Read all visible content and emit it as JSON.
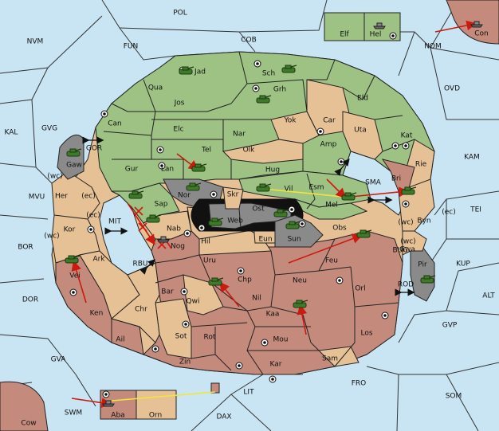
{
  "colors": {
    "sea": "#c9e5f3",
    "green": "#9dc283",
    "tan": "#e6c196",
    "rose": "#c48a7c",
    "grey": "#8a8a8a",
    "order_arrow": "#cc1a10",
    "support_line": "#f0e63a"
  },
  "seas": [
    {
      "id": "POL",
      "label": "POL"
    },
    {
      "id": "NVM",
      "label": "NVM"
    },
    {
      "id": "FUN",
      "label": "FUN"
    },
    {
      "id": "COB",
      "label": "COB"
    },
    {
      "id": "NOM",
      "label": "NOM"
    },
    {
      "id": "OVD",
      "label": "OVD"
    },
    {
      "id": "KAL",
      "label": "KAL"
    },
    {
      "id": "GVG",
      "label": "GVG"
    },
    {
      "id": "KAM",
      "label": "KAM"
    },
    {
      "id": "TEI",
      "label": "TEI"
    },
    {
      "id": "MVU",
      "label": "MVU"
    },
    {
      "id": "BOR",
      "label": "BOR"
    },
    {
      "id": "SMA",
      "label": "SMA"
    },
    {
      "id": "MIT",
      "label": "MIT"
    },
    {
      "id": "GOR",
      "label": "GOR"
    },
    {
      "id": "KUP",
      "label": "KUP"
    },
    {
      "id": "BUC",
      "label": "BUC"
    },
    {
      "id": "RBU",
      "label": "RBU"
    },
    {
      "id": "DOR",
      "label": "DOR"
    },
    {
      "id": "ROD",
      "label": "ROD"
    },
    {
      "id": "ALT",
      "label": "ALT"
    },
    {
      "id": "GVP",
      "label": "GVP"
    },
    {
      "id": "GVA",
      "label": "GVA"
    },
    {
      "id": "FRO",
      "label": "FRO"
    },
    {
      "id": "SOM",
      "label": "SOM"
    },
    {
      "id": "LIT",
      "label": "LIT"
    },
    {
      "id": "SWM",
      "label": "SWM"
    },
    {
      "id": "DAX",
      "label": "DAX"
    }
  ],
  "provinces": [
    {
      "id": "Jad",
      "label": "Jad",
      "owner": "green"
    },
    {
      "id": "Sch",
      "label": "Sch",
      "owner": "green"
    },
    {
      "id": "Qua",
      "label": "Qua",
      "owner": "green"
    },
    {
      "id": "Jos",
      "label": "Jos",
      "owner": "green"
    },
    {
      "id": "Grh",
      "label": "Grh",
      "owner": "green"
    },
    {
      "id": "Eld",
      "label": "Eld",
      "owner": "green"
    },
    {
      "id": "Can",
      "label": "Can",
      "owner": "green"
    },
    {
      "id": "Elc",
      "label": "Elc",
      "owner": "green"
    },
    {
      "id": "Nar",
      "label": "Nar",
      "owner": "green"
    },
    {
      "id": "Yok",
      "label": "Yok",
      "owner": "tan"
    },
    {
      "id": "Car",
      "label": "Car",
      "owner": "tan"
    },
    {
      "id": "Uta",
      "label": "Uta",
      "owner": "tan"
    },
    {
      "id": "Kat",
      "label": "Kat",
      "owner": "green"
    },
    {
      "id": "Tel",
      "label": "Tel",
      "owner": "green"
    },
    {
      "id": "Olk",
      "label": "Olk",
      "owner": "tan"
    },
    {
      "id": "Amp",
      "label": "Amp",
      "owner": "green"
    },
    {
      "id": "Gur",
      "label": "Gur",
      "owner": "green"
    },
    {
      "id": "Lan",
      "label": "Lan",
      "owner": "green"
    },
    {
      "id": "Hug",
      "label": "Hug",
      "owner": "green"
    },
    {
      "id": "Rie",
      "label": "Rie",
      "owner": "tan"
    },
    {
      "id": "Bri",
      "label": "Bri",
      "owner": "rose"
    },
    {
      "id": "Gaw",
      "label": "Gaw",
      "owner": "grey"
    },
    {
      "id": "Nor",
      "label": "Nor",
      "owner": "grey"
    },
    {
      "id": "Vil",
      "label": "Vil",
      "owner": "green"
    },
    {
      "id": "Esm",
      "label": "Esm",
      "owner": "green"
    },
    {
      "id": "Skr",
      "label": "Skr",
      "owner": "tan"
    },
    {
      "id": "Her",
      "label": "Her",
      "owner": "tan"
    },
    {
      "id": "Sap",
      "label": "Sap",
      "owner": "green"
    },
    {
      "id": "Ost",
      "label": "Ost",
      "owner": "grey"
    },
    {
      "id": "Mel",
      "label": "Mel",
      "owner": "green"
    },
    {
      "id": "Web",
      "label": "Web",
      "owner": "grey"
    },
    {
      "id": "Byn",
      "label": "Byn",
      "owner": "tan"
    },
    {
      "id": "Kor",
      "label": "Kor",
      "owner": "tan"
    },
    {
      "id": "Nab",
      "label": "Nab",
      "owner": "tan"
    },
    {
      "id": "Hil",
      "label": "Hil",
      "owner": "tan"
    },
    {
      "id": "Eun",
      "label": "Eun",
      "owner": "tan"
    },
    {
      "id": "Sun",
      "label": "Sun",
      "owner": "grey"
    },
    {
      "id": "Obs",
      "label": "Obs",
      "owner": "rose"
    },
    {
      "id": "Gwa",
      "label": "Gwa",
      "owner": "tan"
    },
    {
      "id": "Nog",
      "label": "Nog",
      "owner": "rose"
    },
    {
      "id": "Ark",
      "label": "Ark",
      "owner": "tan"
    },
    {
      "id": "Uru",
      "label": "Uru",
      "owner": "tan"
    },
    {
      "id": "Feu",
      "label": "Feu",
      "owner": "rose"
    },
    {
      "id": "Pir",
      "label": "Pir",
      "owner": "grey"
    },
    {
      "id": "Vei",
      "label": "Vei",
      "owner": "rose"
    },
    {
      "id": "Chp",
      "label": "Chp",
      "owner": "rose"
    },
    {
      "id": "Neu",
      "label": "Neu",
      "owner": "rose"
    },
    {
      "id": "Orl",
      "label": "Orl",
      "owner": "rose"
    },
    {
      "id": "Bar",
      "label": "Bar",
      "owner": "rose"
    },
    {
      "id": "Qwi",
      "label": "Qwi",
      "owner": "tan"
    },
    {
      "id": "Nil",
      "label": "Nil",
      "owner": "rose"
    },
    {
      "id": "Ken",
      "label": "Ken",
      "owner": "rose"
    },
    {
      "id": "Chr",
      "label": "Chr",
      "owner": "tan"
    },
    {
      "id": "Kaa",
      "label": "Kaa",
      "owner": "rose"
    },
    {
      "id": "Los",
      "label": "Los",
      "owner": "rose"
    },
    {
      "id": "Ail",
      "label": "Ail",
      "owner": "rose"
    },
    {
      "id": "Sot",
      "label": "Sot",
      "owner": "tan"
    },
    {
      "id": "Rot",
      "label": "Rot",
      "owner": "rose"
    },
    {
      "id": "Mou",
      "label": "Mou",
      "owner": "rose"
    },
    {
      "id": "Sam",
      "label": "Sam",
      "owner": "tan"
    },
    {
      "id": "Zin",
      "label": "Zin",
      "owner": "rose"
    },
    {
      "id": "Kar",
      "label": "Kar",
      "owner": "rose"
    },
    {
      "id": "Elf",
      "label": "Elf",
      "owner": "green"
    },
    {
      "id": "Hel",
      "label": "Hel",
      "owner": "green"
    },
    {
      "id": "Con",
      "label": "Con",
      "owner": "rose"
    },
    {
      "id": "Cow",
      "label": "Cow",
      "owner": "rose"
    },
    {
      "id": "Aba",
      "label": "Aba",
      "owner": "rose"
    },
    {
      "id": "Orn",
      "label": "Orn",
      "owner": "tan"
    }
  ],
  "coast_markers": [
    {
      "id": "her_wc",
      "label": "(wc)"
    },
    {
      "id": "her_ec",
      "label": "(ec)"
    },
    {
      "id": "kor_wc",
      "label": "(wc)"
    },
    {
      "id": "kor_ec",
      "label": "(ec)"
    },
    {
      "id": "byn_wc",
      "label": "(wc)"
    },
    {
      "id": "byn_ec",
      "label": "(ec)"
    },
    {
      "id": "gwa_wc",
      "label": "(wc)"
    }
  ],
  "units": [
    {
      "province": "Jad",
      "type": "army",
      "owner": "green"
    },
    {
      "province": "Sch",
      "type": "army",
      "owner": "green"
    },
    {
      "province": "Grh",
      "type": "army",
      "owner": "green"
    },
    {
      "province": "Lan",
      "type": "army",
      "owner": "green"
    },
    {
      "province": "Nor",
      "type": "army",
      "owner": "green"
    },
    {
      "province": "Sap",
      "type": "army",
      "owner": "green"
    },
    {
      "province": "Vil",
      "type": "army",
      "owner": "green"
    },
    {
      "province": "Esm",
      "type": "army",
      "owner": "green"
    },
    {
      "province": "Bri",
      "type": "army",
      "owner": "green"
    },
    {
      "province": "Web",
      "type": "army",
      "owner": "green"
    },
    {
      "province": "Ost",
      "type": "army",
      "owner": "green"
    },
    {
      "province": "Nab",
      "type": "army",
      "owner": "green"
    },
    {
      "province": "Sun",
      "type": "army",
      "owner": "green"
    },
    {
      "province": "Obs",
      "type": "army",
      "owner": "green"
    },
    {
      "province": "Pir",
      "type": "army",
      "owner": "green"
    },
    {
      "province": "Gaw",
      "type": "army",
      "owner": "green"
    },
    {
      "province": "Vei",
      "type": "army",
      "owner": "green"
    },
    {
      "province": "Chp",
      "type": "army",
      "owner": "green"
    },
    {
      "province": "Kaa",
      "type": "army",
      "owner": "green"
    },
    {
      "province": "Hel",
      "type": "fleet",
      "owner": "grey"
    },
    {
      "province": "Con",
      "type": "fleet",
      "owner": "grey"
    },
    {
      "province": "Nog",
      "type": "fleet",
      "owner": "grey"
    },
    {
      "province": "Aba",
      "type": "fleet",
      "owner": "grey"
    }
  ]
}
